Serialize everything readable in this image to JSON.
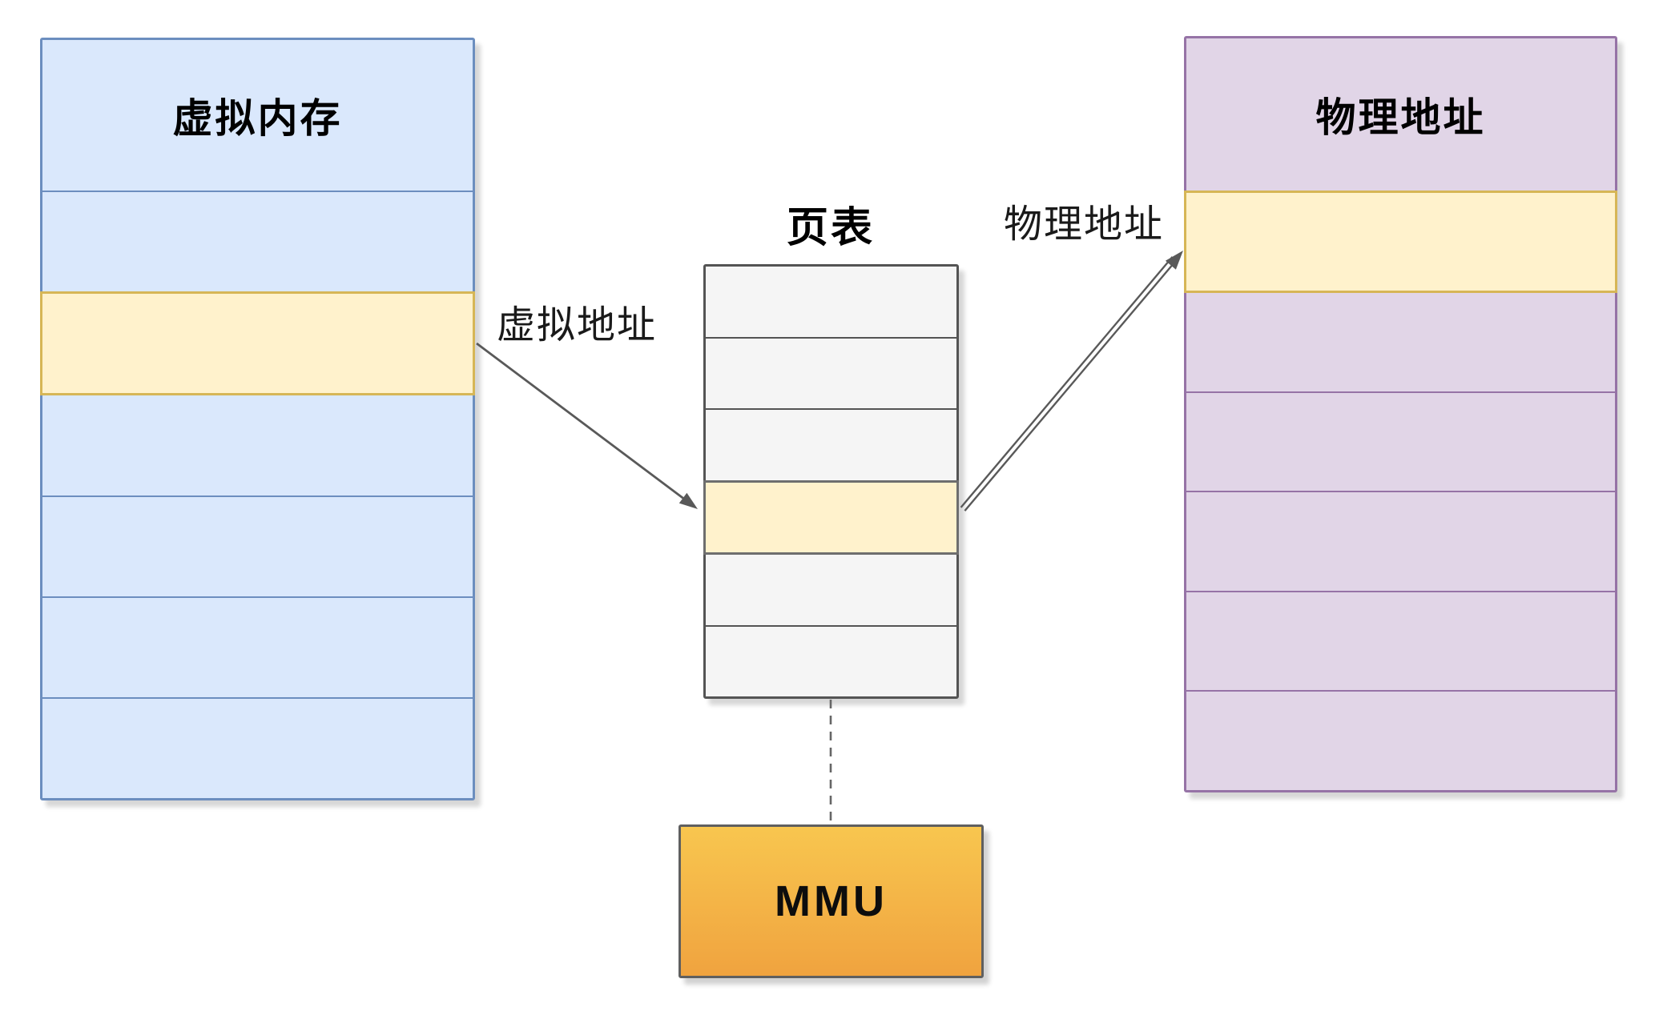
{
  "diagram": {
    "subject": "virtual-to-physical address translation via page table and MMU"
  },
  "virtual_memory_column": {
    "title": "虚拟内存",
    "fill": "#dae8fc",
    "stroke": "#6c8ebf",
    "highlight_fill": "#fff2cc",
    "highlight_stroke": "#d6b656",
    "rows": [
      "normal",
      "highlight",
      "normal",
      "normal",
      "normal",
      "normal"
    ]
  },
  "page_table": {
    "title": "页表",
    "fill": "#f5f5f5",
    "stroke": "#545454",
    "highlight_fill": "#fff2cc",
    "highlight_stroke": "#6e6e6e",
    "rows": [
      "normal",
      "normal",
      "normal",
      "highlight",
      "normal",
      "normal"
    ]
  },
  "physical_memory_column": {
    "title": "物理地址",
    "fill": "#e1d5e7",
    "stroke": "#9673a6",
    "highlight_fill": "#fff2cc",
    "highlight_stroke": "#d6b656",
    "rows": [
      "highlight",
      "normal",
      "normal",
      "normal",
      "normal",
      "normal"
    ]
  },
  "labels": {
    "virtual_address": "虚拟地址",
    "physical_address": "物理地址"
  },
  "mmu": {
    "label": "MMU",
    "fill_top": "#f8c64f",
    "fill_bottom": "#f0a33f",
    "stroke": "#5f5f5f"
  },
  "connectors": {
    "arrow_color": "#595959",
    "dash_color": "#666666"
  }
}
